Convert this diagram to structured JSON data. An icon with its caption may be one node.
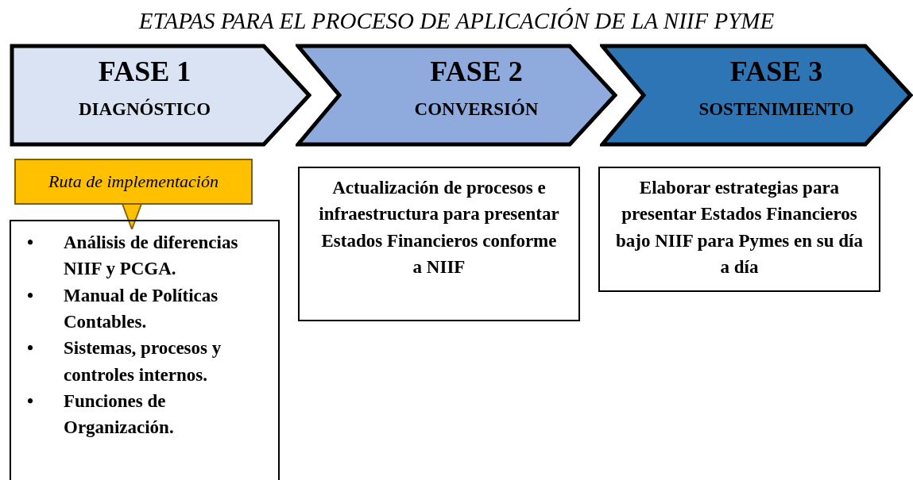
{
  "diagram": {
    "title": "ETAPAS PARA EL PROCESO DE APLICACIÓN DE LA NIIF PYME",
    "nodes": [
      {
        "text": [
          "FASE 1",
          "DIAGNÓSTICO"
        ]
      },
      {
        "text": [
          "FASE 2",
          "CONVERSIÓN"
        ]
      },
      {
        "text": [
          "FASE 3",
          "SOSTENIMIENTO"
        ]
      },
      {
        "text": [
          "Ruta de implementación"
        ]
      },
      {
        "text": [
          "Análisis de diferencias NIIF y PCGA.",
          "Manual de Políticas Contables.",
          "Sistemas, procesos y controles internos.",
          "Funciones de Organización."
        ]
      },
      {
        "text": [
          "Actualización de procesos e infraestructura para presentar Estados Financieros conforme a NIIF"
        ]
      },
      {
        "text": [
          "Elaborar estrategias para presentar Estados Financieros bajo NIIF para Pymes en su día a día"
        ]
      }
    ],
    "edges": [
      {
        "from": 3,
        "to": 4,
        "arrow": "to"
      }
    ],
    "labels": [
      "•",
      "•",
      "•",
      "•"
    ]
  }
}
